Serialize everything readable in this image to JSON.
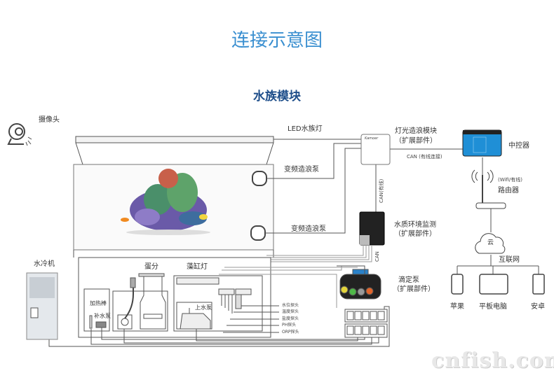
{
  "title": "连接示意图",
  "section_title": "水族模块",
  "labels": {
    "camera": "摄像头",
    "led_light": "LED水族灯",
    "light_wave_module": "灯光造浪模块",
    "expansion": "（扩展部件）",
    "controller": "中控器",
    "can_wired_connection": "CAN (有线连接)",
    "wave_pump_1": "变频造浪泵",
    "wave_pump_2": "变频造浪泵",
    "can_wired": "CAN(有线)",
    "water_monitor": "水质环境监测",
    "can": "CAN",
    "wifi_wired": "(Wifi/有线)",
    "router": "路由器",
    "cloud": "云",
    "internet": "互联网",
    "apple": "苹果",
    "tablet": "平板电脑",
    "android": "安卓",
    "chiller": "水冷机",
    "skimmer": "蛋分",
    "algae_light": "藻缸灯",
    "heater": "加热棒",
    "top_off_pump": "补水泵",
    "return_pump": "上水泵",
    "dosing_pump": "滴定泵",
    "brand_tag": "Kamoer"
  },
  "probes": [
    "水位探头",
    "温度探头",
    "盐度探头",
    "PH探头",
    "ORP探头"
  ],
  "watermark": "cnfish.com",
  "colors": {
    "title": "#3a8fd0",
    "controller": "#1f8fd6",
    "line": "#555555"
  }
}
